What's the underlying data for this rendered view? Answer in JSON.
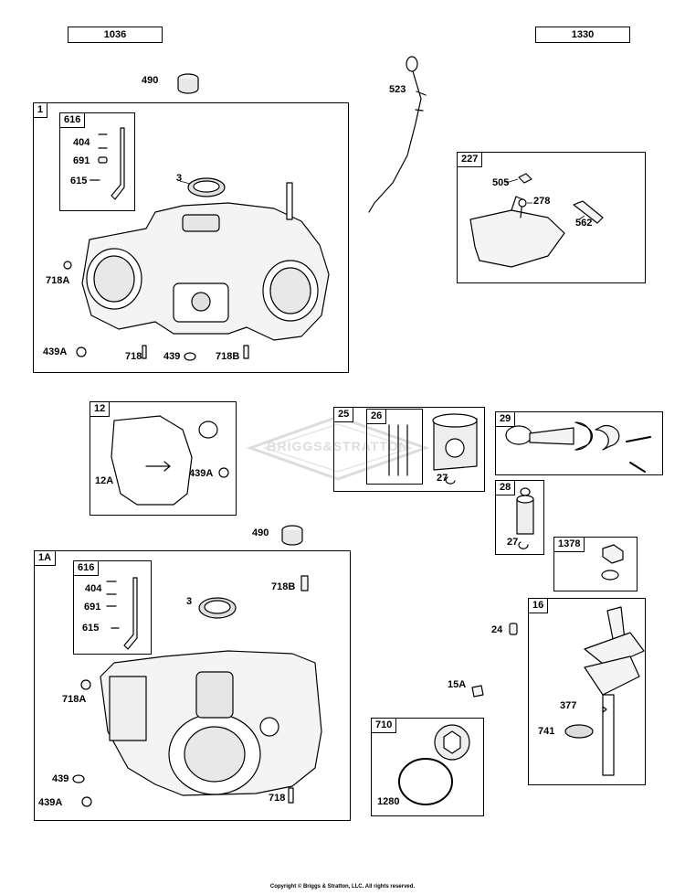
{
  "headers": {
    "left": "1036",
    "right": "1330"
  },
  "watermark": "BRIGGS&STRATTON",
  "copyright": "Copyright © Briggs & Stratton, LLC. All rights reserved.",
  "box_tags": {
    "b1": "1",
    "b616a": "616",
    "b227": "227",
    "b12": "12",
    "b25": "25",
    "b26": "26",
    "b29": "29",
    "b28": "28",
    "b1378": "1378",
    "b1A": "1A",
    "b616b": "616",
    "b16": "16",
    "b710": "710"
  },
  "labels": {
    "p490a": "490",
    "p523": "523",
    "p404a": "404",
    "p691a": "691",
    "p615a": "615",
    "p3a": "3",
    "p718Aa": "718A",
    "p439Aa": "439A",
    "p718a": "718",
    "p439a": "439",
    "p718Ba": "718B",
    "p505": "505",
    "p278": "278",
    "p562": "562",
    "p12A": "12A",
    "p439Ab": "439A",
    "p27a": "27",
    "p27b": "27",
    "p490b": "490",
    "p404b": "404",
    "p691b": "691",
    "p615b": "615",
    "p3b": "3",
    "p718Bb": "718B",
    "p718Ab": "718A",
    "p439b": "439",
    "p439Ac": "439A",
    "p718b": "718",
    "p24": "24",
    "p15A": "15A",
    "p377": "377",
    "p741": "741",
    "p1280": "1280"
  },
  "colors": {
    "line": "#000000",
    "watermark": "#d9d9d9",
    "part_fill": "#f2f2f2"
  }
}
